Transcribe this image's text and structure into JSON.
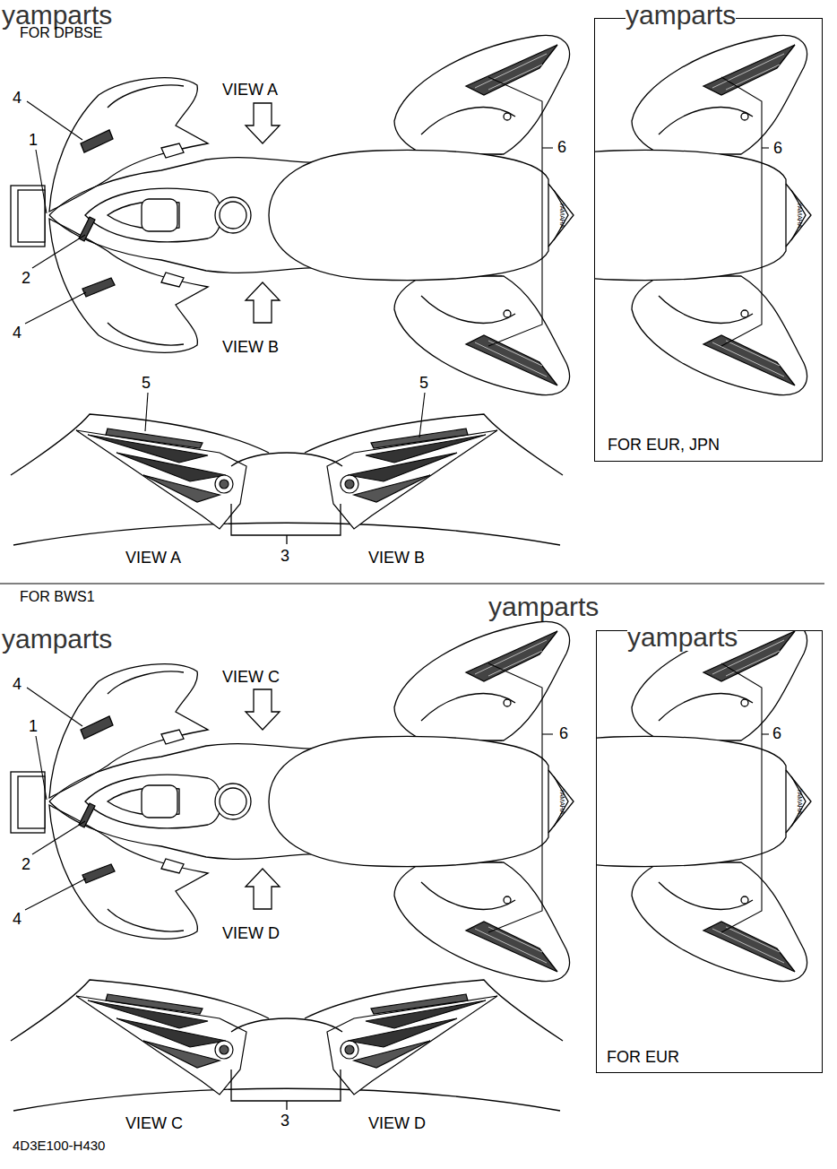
{
  "diagram": {
    "nodes": [
      {
        "text": [
          "6",
          "FOR EUR, JPN"
        ]
      },
      {
        "text": [
          "6",
          "FOR EUR"
        ]
      }
    ],
    "labels": [
      "yamparts",
      "FOR DPBSE",
      "VIEW A",
      "4",
      "1",
      "2",
      "4",
      "VIEW B",
      "yamparts",
      "6",
      "5",
      "5",
      "VIEW A",
      "3",
      "VIEW B",
      "FOR BWS1",
      "yamparts",
      "yamparts",
      "yamparts",
      "VIEW C",
      "4",
      "1",
      "6",
      "2",
      "4",
      "VIEW D",
      "VIEW C",
      "3",
      "VIEW D",
      "4D3E100-H430",
      "YAMAHA",
      "YAMAHA",
      "YAMAHA",
      "YAMAHA"
    ]
  }
}
